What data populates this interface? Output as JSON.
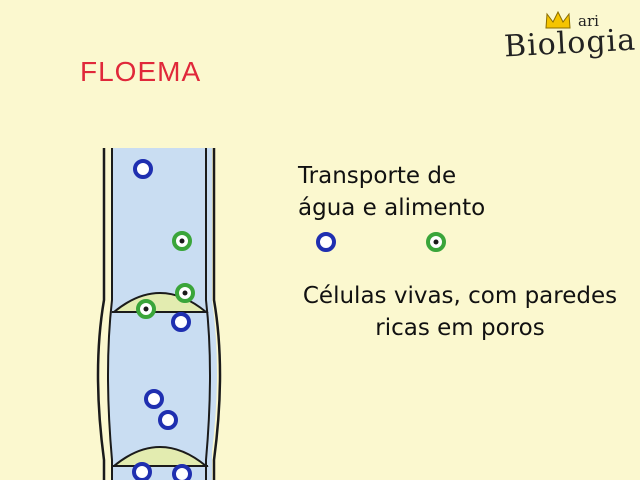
{
  "title": "FLOEMA",
  "logo": {
    "small_text": "ari",
    "main_text": "Biologia",
    "crown_color": "#f5c400"
  },
  "labels": {
    "transport_line1": "Transporte de",
    "transport_line2": "água e alimento",
    "cells_line1": "Células vivas, com paredes",
    "cells_line2": "ricas em poros"
  },
  "legend": {
    "water_color": "#1f2fb0",
    "food_color": "#3aa53a"
  },
  "colors": {
    "background": "#fbf8cf",
    "title": "#e0283a",
    "tube": "#c9ddf2",
    "sieve_plate": "#e3ecb0"
  }
}
